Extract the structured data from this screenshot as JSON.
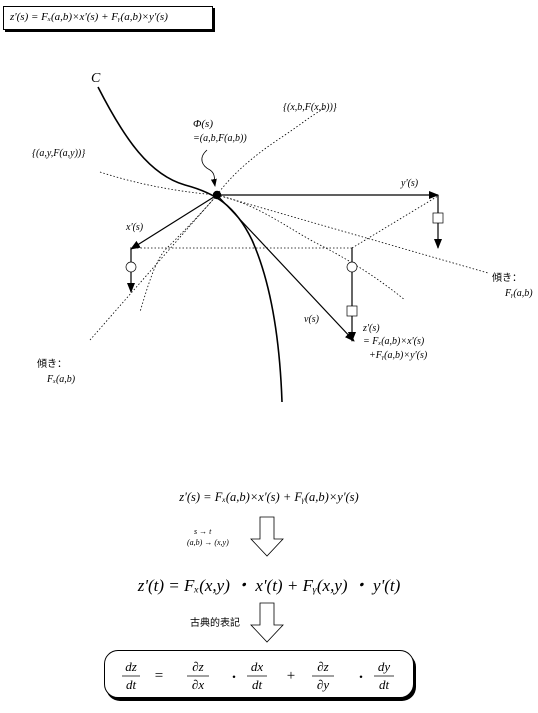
{
  "title_box": "z'(s) = Fₓ(a,b)×x'(s) + Fᵧ(a,b)×y'(s)",
  "diagram": {
    "curve_label": "C",
    "phi_label": "Φ(s)",
    "phi_value": "=(a,b,F(a,b))",
    "surface_x_label": "{(x,b,F(x,b))}",
    "surface_y_label": "{(a,y,F(a,y))}",
    "xprime_label": "x'(s)",
    "yprime_label": "y'(s)",
    "v_label": "v(s)",
    "zprime_label": "z'(s)",
    "zprime_line1": "= Fₓ(a,b)×x'(s)",
    "zprime_line2": "+Fᵧ(a,b)×y'(s)",
    "slope_left_label": "傾き：",
    "slope_left_value": "Fₓ(a,b)",
    "slope_right_label": "傾き：",
    "slope_right_value": "Fᵧ(a,b)"
  },
  "derivation": {
    "equation_s": "z'(s) = Fₓ(a,b)×x'(s) + Fᵧ(a,b)×y'(s)",
    "sub_line1": "s    →  t",
    "sub_line2": "(a,b) → (x,y)",
    "equation_t": "z'(t) = Fₓ(x,y) ・ x'(t) + Fᵧ(x,y) ・ y'(t)",
    "classic_label": "古典的表記",
    "final": {
      "lhs_num": "dz",
      "lhs_den": "dt",
      "eq": "=",
      "t1_num": "∂z",
      "t1_den": "∂x",
      "dot1": "・",
      "t2_num": "dx",
      "t2_den": "dt",
      "plus": "+",
      "t3_num": "∂z",
      "t3_den": "∂y",
      "dot2": "・",
      "t4_num": "dy",
      "t4_den": "dt"
    }
  }
}
